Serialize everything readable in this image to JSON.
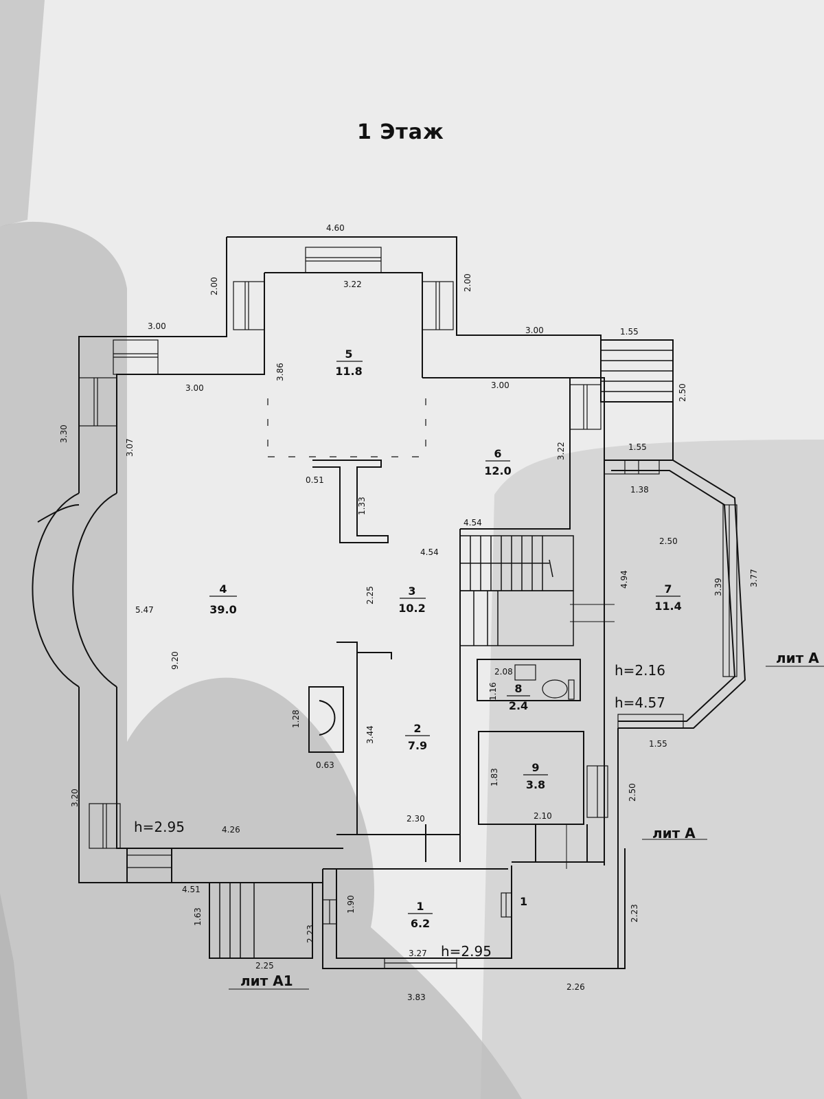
{
  "title": "1 Этаж",
  "rooms": [
    {
      "id": "room-1",
      "num": "1",
      "area": "6.2"
    },
    {
      "id": "room-2",
      "num": "2",
      "area": "7.9"
    },
    {
      "id": "room-3",
      "num": "3",
      "area": "10.2"
    },
    {
      "id": "room-4",
      "num": "4",
      "area": "39.0"
    },
    {
      "id": "room-5",
      "num": "5",
      "area": "11.8"
    },
    {
      "id": "room-6",
      "num": "6",
      "area": "12.0"
    },
    {
      "id": "room-7",
      "num": "7",
      "area": "11.4"
    },
    {
      "id": "room-8",
      "num": "8",
      "area": "2.4"
    },
    {
      "id": "room-9",
      "num": "9",
      "area": "3.8"
    }
  ],
  "dimensions": {
    "d_4_60": "4.60",
    "d_3_22_top": "3.22",
    "d_2_00_left": "2.00",
    "d_2_00_right": "2.00",
    "d_3_00_outer_left": "3.00",
    "d_3_00_inner_left": "3.00",
    "d_3_00_outer_right": "3.00",
    "d_3_00_inner_right": "3.00",
    "d_1_55_top": "1.55",
    "d_1_55_mid": "1.55",
    "d_1_55_bottom": "1.55",
    "d_2_50_right": "2.50",
    "d_1_38": "1.38",
    "d_3_30": "3.30",
    "d_3_07": "3.07",
    "d_3_86": "3.86",
    "d_3_22_room6": "3.22",
    "d_0_51": "0.51",
    "d_1_33": "1.33",
    "d_4_54_a": "4.54",
    "d_4_54_b": "4.54",
    "d_5_47": "5.47",
    "d_2_25_mid": "2.25",
    "d_4_94": "4.94",
    "d_2_50_room7": "2.50",
    "d_3_39": "3.39",
    "d_3_77": "3.77",
    "d_9_20": "9.20",
    "d_2_08": "2.08",
    "d_1_16": "1.16",
    "d_1_28": "1.28",
    "d_0_63": "0.63",
    "d_3_44": "3.44",
    "d_1_83": "1.83",
    "d_2_50_lower": "2.50",
    "d_2_10": "2.10",
    "d_2_30": "2.30",
    "d_3_20": "3.20",
    "d_4_26": "4.26",
    "d_4_51": "4.51",
    "d_1_63": "1.63",
    "d_2_23_left": "2.23",
    "d_1_90": "1.90",
    "d_3_27": "3.27",
    "d_2_23_right": "2.23",
    "d_2_25_bottom": "2.25",
    "d_3_83": "3.83",
    "d_2_26": "2.26"
  },
  "heights": {
    "h_left": "h=2.95",
    "h_room1": "h=2.95",
    "h_room7_a": "h=2.16",
    "h_room7_b": "h=4.57"
  },
  "door_mark": "1",
  "lit_labels": {
    "lit_a_right": "лит А",
    "lit_a_edge": "лит А",
    "lit_a1": "лит А1"
  }
}
